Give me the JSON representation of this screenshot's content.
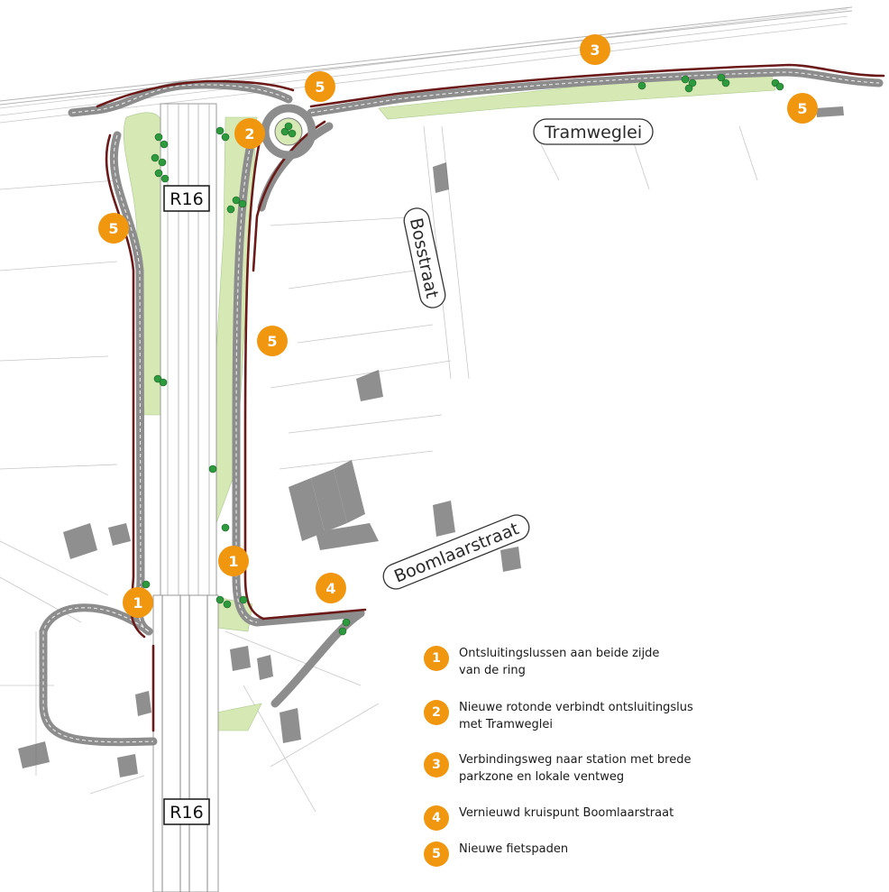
{
  "roads": {
    "r16_top": "R16",
    "r16_bottom": "R16",
    "tramweglei": "Tramweglei",
    "bosstraat": "Bosstraat",
    "boomlaarstraat": "Boomlaarstraat"
  },
  "map_markers": [
    {
      "num": "1"
    },
    {
      "num": "1"
    },
    {
      "num": "2"
    },
    {
      "num": "3"
    },
    {
      "num": "4"
    },
    {
      "num": "5"
    },
    {
      "num": "5"
    },
    {
      "num": "5"
    },
    {
      "num": "5"
    }
  ],
  "legend": [
    {
      "num": "1",
      "text": "Ontsluitingslussen aan beide zijde\nvan de ring"
    },
    {
      "num": "2",
      "text": "Nieuwe rotonde verbindt ontsluitingslus\nmet Tramweglei"
    },
    {
      "num": "3",
      "text": "Verbindingsweg naar station met brede\nparkzone en lokale ventweg"
    },
    {
      "num": "4",
      "text": "Vernieuwd kruispunt Boomlaarstraat"
    },
    {
      "num": "5",
      "text": "Nieuwe fietspaden"
    }
  ],
  "colors": {
    "marker": "#f0960f",
    "cycle_path": "#6b1a1a",
    "road": "#9a9a9a",
    "park": "#d6e8b4",
    "tree": "#2e9a3e"
  }
}
